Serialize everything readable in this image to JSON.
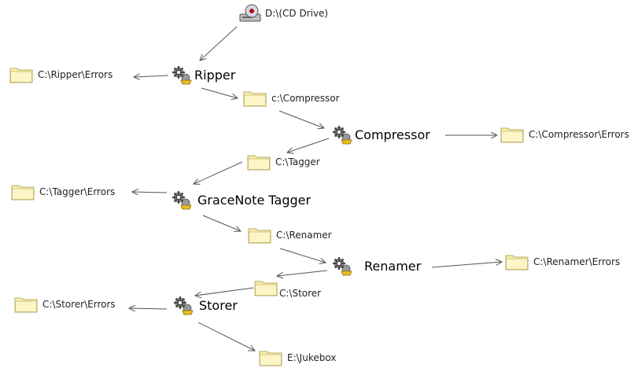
{
  "nodes": {
    "cd_drive": {
      "label": "D:\\(CD Drive)",
      "icon": "cd-drive-icon"
    },
    "ripper": {
      "label": "Ripper",
      "icon": "gears-icon"
    },
    "ripper_errors": {
      "label": "C:\\Ripper\\Errors",
      "icon": "folder-icon"
    },
    "compressor_folder": {
      "label": "c:\\Compressor",
      "icon": "folder-icon"
    },
    "compressor": {
      "label": "Compressor",
      "icon": "gears-icon"
    },
    "compressor_errors": {
      "label": "C:\\Compressor\\Errors",
      "icon": "folder-icon"
    },
    "tagger_folder": {
      "label": "C:\\Tagger",
      "icon": "folder-icon"
    },
    "gracenote_tagger": {
      "label": "GraceNote Tagger",
      "icon": "gears-icon"
    },
    "tagger_errors": {
      "label": "C:\\Tagger\\Errors",
      "icon": "folder-icon"
    },
    "renamer_folder": {
      "label": "C:\\Renamer",
      "icon": "folder-icon"
    },
    "renamer": {
      "label": "Renamer",
      "icon": "gears-icon"
    },
    "renamer_errors": {
      "label": "C:\\Renamer\\Errors",
      "icon": "folder-icon"
    },
    "storer_folder": {
      "label": "C:\\Storer",
      "icon": "folder-icon"
    },
    "storer": {
      "label": "Storer",
      "icon": "gears-icon"
    },
    "storer_errors": {
      "label": "C:\\Storer\\Errors",
      "icon": "folder-icon"
    },
    "jukebox": {
      "label": "E:\\Jukebox",
      "icon": "folder-icon"
    }
  },
  "edges": [
    {
      "from": "cd_drive",
      "to": "ripper"
    },
    {
      "from": "ripper",
      "to": "ripper_errors"
    },
    {
      "from": "ripper",
      "to": "compressor_folder"
    },
    {
      "from": "compressor_folder",
      "to": "compressor"
    },
    {
      "from": "compressor",
      "to": "compressor_errors"
    },
    {
      "from": "compressor",
      "to": "tagger_folder"
    },
    {
      "from": "tagger_folder",
      "to": "gracenote_tagger"
    },
    {
      "from": "gracenote_tagger",
      "to": "tagger_errors"
    },
    {
      "from": "gracenote_tagger",
      "to": "renamer_folder"
    },
    {
      "from": "renamer_folder",
      "to": "renamer"
    },
    {
      "from": "renamer",
      "to": "renamer_errors"
    },
    {
      "from": "renamer",
      "to": "storer_folder"
    },
    {
      "from": "storer_folder",
      "to": "storer"
    },
    {
      "from": "storer",
      "to": "storer_errors"
    },
    {
      "from": "storer",
      "to": "jukebox"
    }
  ],
  "colors": {
    "folder_fill": "#f8f0b0",
    "folder_stroke": "#b8a860",
    "arrow": "#555555",
    "gear_fill": "#9a9a9a",
    "gear_accent": "#e8c020"
  }
}
